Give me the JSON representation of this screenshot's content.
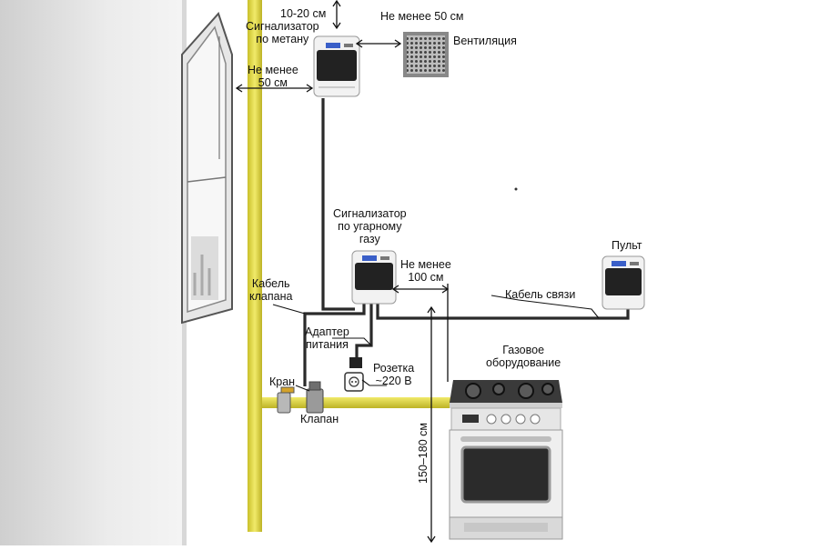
{
  "labels": {
    "clearance_top": "10-20 см",
    "methane_detector": "Сигнализатор\nпо метану",
    "min_50_vent": "Не менее 50 см",
    "ventilation": "Вентиляция",
    "min_50_window": "Не менее\n50 см",
    "co_detector": "Сигнализатор\nпо угарному\nгазу",
    "min_100": "Не менее\n100 см",
    "remote": "Пульт",
    "comm_cable": "Кабель связи",
    "valve_cable": "Кабель\nклапана",
    "power_adapter": "Адаптер\nпитания",
    "socket": "Розетка\n~220 В",
    "gas_equipment": "Газовое\nоборудование",
    "tap": "Кран",
    "valve": "Клапан",
    "height": "150–180 см"
  },
  "colors": {
    "gas_pipe": "#e8e04a",
    "cable": "#2a2a2a",
    "device_body": "#f2f2f2",
    "device_panel": "#222222",
    "display": "#3a5fc8"
  }
}
